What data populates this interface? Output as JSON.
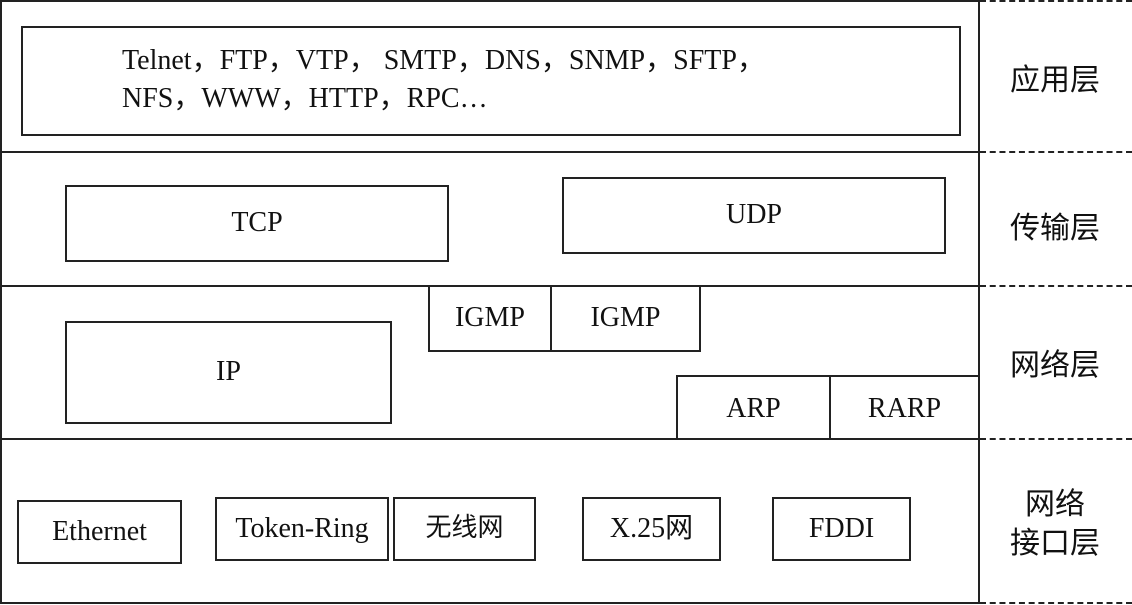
{
  "application_layer": {
    "name": "应用层",
    "protocols_line1": "Telnet，FTP，VTP， SMTP，DNS，SNMP，SFTP，",
    "protocols_line2": "NFS，WWW，HTTP，RPC…"
  },
  "transport_layer": {
    "name": "传输层",
    "protocols": [
      "TCP",
      "UDP"
    ]
  },
  "network_layer": {
    "name": "网络层",
    "protocols": [
      "IP",
      "IGMP",
      "IGMP",
      "ARP",
      "RARP"
    ]
  },
  "network_interface_layer": {
    "name_line1": "网络",
    "name_line2": "接口层",
    "protocols": [
      "Ethernet",
      "Token-Ring",
      "无线网",
      "X.25网",
      "FDDI"
    ]
  }
}
